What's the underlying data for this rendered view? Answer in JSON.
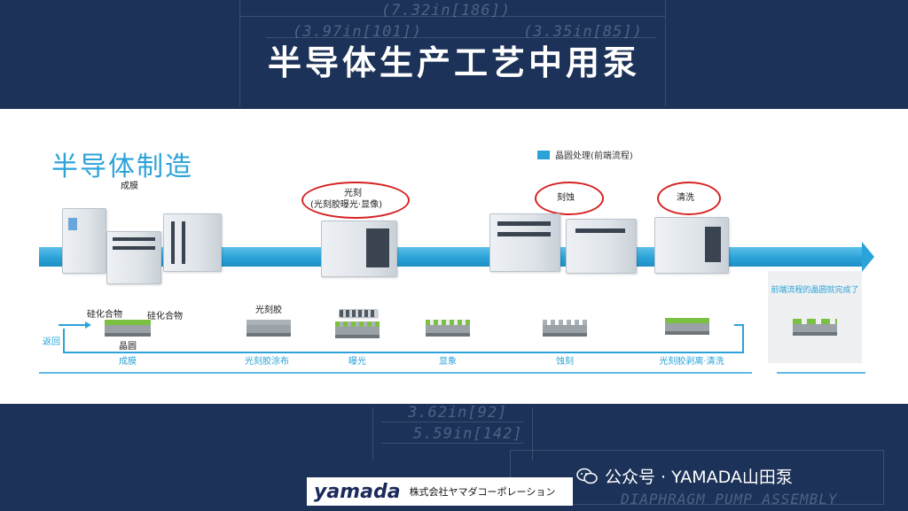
{
  "title": "半导体生产工艺中用泵",
  "blueprint_texts": [
    "(7.32in[186])",
    "(3.97in[101])",
    "(3.35in[85])",
    "3.62in[92]",
    "5.59in[142]",
    "DIAPHRAGM PUMP ASSEMBLY"
  ],
  "panel": {
    "subtitle": "半导体制造",
    "legend": "晶圆处理(前端流程)",
    "machine_labels": {
      "film": "成膜",
      "litho_line1": "光刻",
      "litho_line2": "(光刻胶曝光·显像)",
      "etch": "刻蚀",
      "clean": "清洗"
    },
    "wafer_labels": {
      "silicide_left": "硅化合物",
      "silicide_right": "硅化合物",
      "wafer": "晶圆",
      "photoresist": "光刻胶"
    },
    "return_label": "返回",
    "steps": [
      "成膜",
      "光刻胶涂布",
      "曝光",
      "显象",
      "蚀刻",
      "光刻胶剥离·清洗"
    ],
    "end_label": "前端流程的晶圆就完成了"
  },
  "footer": {
    "logo": "yamada",
    "company": "株式会社ヤマダコーポレーション"
  },
  "watermark": "公众号 · YAMADA山田泵",
  "colors": {
    "background": "#1c3258",
    "accent": "#2ba3d8",
    "highlight_oval": "#d62222",
    "wafer_top": "#7ac142"
  }
}
